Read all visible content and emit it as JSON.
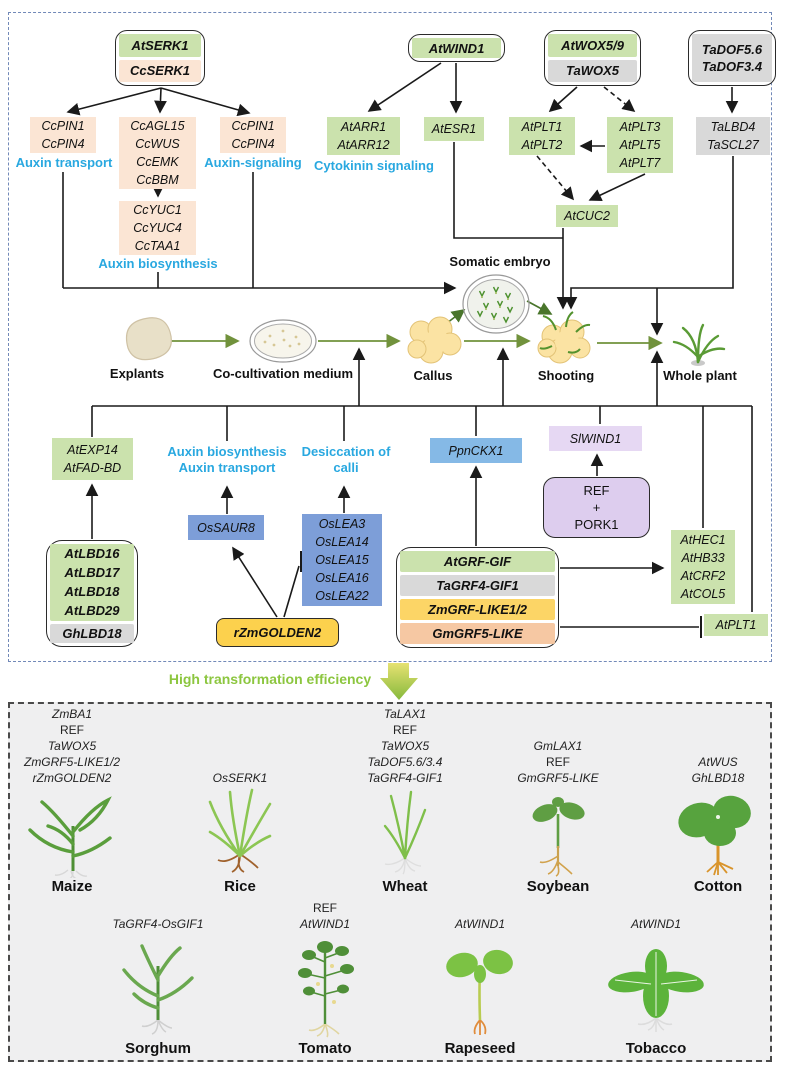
{
  "top": {
    "sources": {
      "serk_row1": "AtSERK1",
      "serk_row2": "CcSERK1",
      "wind": "AtWIND1",
      "wox_row1": "AtWOX5/9",
      "wox_row2": "TaWOX5",
      "dof": "TaDOF5.6\nTaDOF3.4"
    },
    "boxes": {
      "ccpin_left": "CcPIN1\nCcPIN4",
      "ccagl": "CcAGL15\nCcWUS\nCcEMK\nCcBBM",
      "ccpin_right": "CcPIN1\nCcPIN4",
      "ccyuc": "CcYUC1\nCcYUC4\nCcTAA1",
      "atarr": "AtARR1\nAtARR12",
      "atesr": "AtESR1",
      "atplt12": "AtPLT1\nAtPLT2",
      "atplt357": "AtPLT3\nAtPLT5\nAtPLT7",
      "atcuc2": "AtCUC2",
      "talbd": "TaLBD4\nTaSCL27"
    },
    "labels": {
      "auxin_transport": "Auxin transport",
      "auxin_biosynthesis": "Auxin biosynthesis",
      "auxin_signaling": "Auxin-signaling",
      "cytokinin_signaling": "Cytokinin signaling",
      "somatic_embryo": "Somatic embryo",
      "auxin_bio_transport": "Auxin biosynthesis\nAuxin transport",
      "desiccation": "Desiccation of\ncalli"
    },
    "flow": [
      "Explants",
      "Co-cultivation medium",
      "Callus",
      "Shooting",
      "Whole plant"
    ],
    "lower": {
      "atexp": "AtEXP14\nAtFAD-BD",
      "atlbd_green": "AtLBD16\nAtLBD17\nAtLBD18\nAtLBD29",
      "atlbd_gray": "GhLBD18",
      "ossaur8": "OsSAUR8",
      "oslea": "OsLEA3\nOsLEA14\nOsLEA15\nOsLEA16\nOsLEA22",
      "rzmgolden2": "rZmGOLDEN2",
      "ppnckx1": "PpnCKX1",
      "slwind1": "SlWIND1",
      "refpork": "REF\n+\nPORK1",
      "grf_rows": [
        "AtGRF-GIF",
        "TaGRF4-GIF1",
        "ZmGRF-LIKE1/2",
        "GmGRF5-LIKE"
      ],
      "athec": "AtHEC1\nAtHB33\nAtCRF2\nAtCOL5",
      "atplt1": "AtPLT1"
    }
  },
  "banner_text": "High transformation efficiency",
  "plants": [
    {
      "name": "Maize",
      "genes": "ZmBA1\nREF\nTaWOX5\nZmGRF5-LIKE1/2\nrZmGOLDEN2"
    },
    {
      "name": "Rice",
      "genes": "OsSERK1"
    },
    {
      "name": "Wheat",
      "genes": "TaLAX1\nREF\nTaWOX5\nTaDOF5.6/3.4\nTaGRF4-GIF1"
    },
    {
      "name": "Soybean",
      "genes": "GmLAX1\nREF\nGmGRF5-LIKE"
    },
    {
      "name": "Cotton",
      "genes": "AtWUS\nGhLBD18"
    },
    {
      "name": "Sorghum",
      "genes": "TaGRF4-OsGIF1"
    },
    {
      "name": "Tomato",
      "genes": "REF\nAtWIND1"
    },
    {
      "name": "Rapeseed",
      "genes": "AtWIND1"
    },
    {
      "name": "Tobacco",
      "genes": "AtWIND1"
    }
  ],
  "colors": {
    "green_box": "#cbe2ad",
    "peach_box": "#fbe5d4",
    "gray_box": "#d9d9d9",
    "blue_box": "#7d9ed8",
    "light_blue_box": "#85b9e6",
    "lavender_box": "#e6d8f3",
    "gold_box": "#fcd14d",
    "cyan_label": "#29a8e0",
    "banner_green": "#8cc63f",
    "flow_arrow_green": "#71923c"
  }
}
